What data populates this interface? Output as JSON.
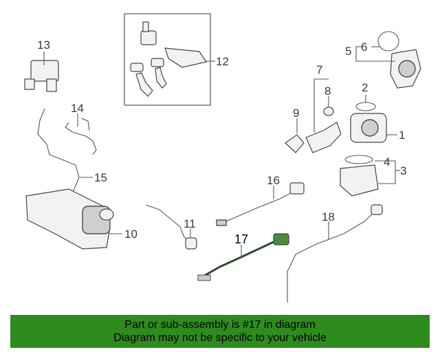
{
  "callouts": {
    "c1": "1",
    "c2": "2",
    "c3": "3",
    "c4": "4",
    "c5": "5",
    "c6": "6",
    "c7": "7",
    "c8": "8",
    "c9": "9",
    "c10": "10",
    "c11": "11",
    "c12": "12",
    "c13": "13",
    "c14": "14",
    "c15": "15",
    "c16": "16",
    "c17": "17",
    "c18": "18"
  },
  "banner": {
    "line1": "Part or sub-assembly is #17 in diagram",
    "line2": "Diagram may not be specific to your vehicle",
    "color": "#2e8b1e"
  },
  "highlighted_part": "17"
}
